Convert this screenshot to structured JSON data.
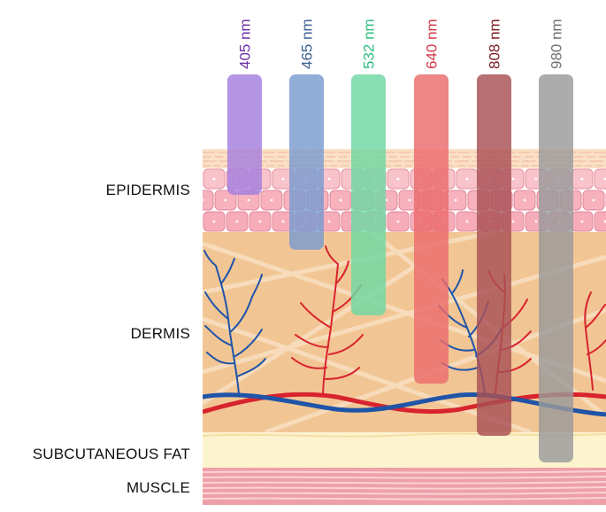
{
  "layer_labels": {
    "epidermis": "EPIDERMIS",
    "dermis": "DERMIS",
    "subcutaneous_fat": "SUBCUTANEOUS FAT",
    "muscle": "MUSCLE"
  },
  "wavelengths": [
    {
      "label": "405 nm",
      "color": "#6a2fa6",
      "beam_color": "#a57fde",
      "penetrates_to": "epidermis"
    },
    {
      "label": "465 nm",
      "color": "#3d5f93",
      "beam_color": "#7a9bd0",
      "penetrates_to": "upper dermis"
    },
    {
      "label": "532 nm",
      "color": "#2fbf7f",
      "beam_color": "#6fd8a2",
      "penetrates_to": "mid dermis"
    },
    {
      "label": "640 nm",
      "color": "#d23a4a",
      "beam_color": "#ea6b6c",
      "penetrates_to": "deep dermis"
    },
    {
      "label": "808 nm",
      "color": "#7a1b1f",
      "beam_color": "#a85155",
      "penetrates_to": "subcutaneous fat"
    },
    {
      "label": "980 nm",
      "color": "#6f6f6f",
      "beam_color": "#9a9a9a",
      "penetrates_to": "subcutaneous fat"
    }
  ],
  "colors": {
    "epidermis": "#f6b7c2",
    "dermis": "#f2c694",
    "fat": "#fcf3cf",
    "muscle": "#eea0a8",
    "vein": "#1f54a8",
    "artery": "#d8242f"
  }
}
